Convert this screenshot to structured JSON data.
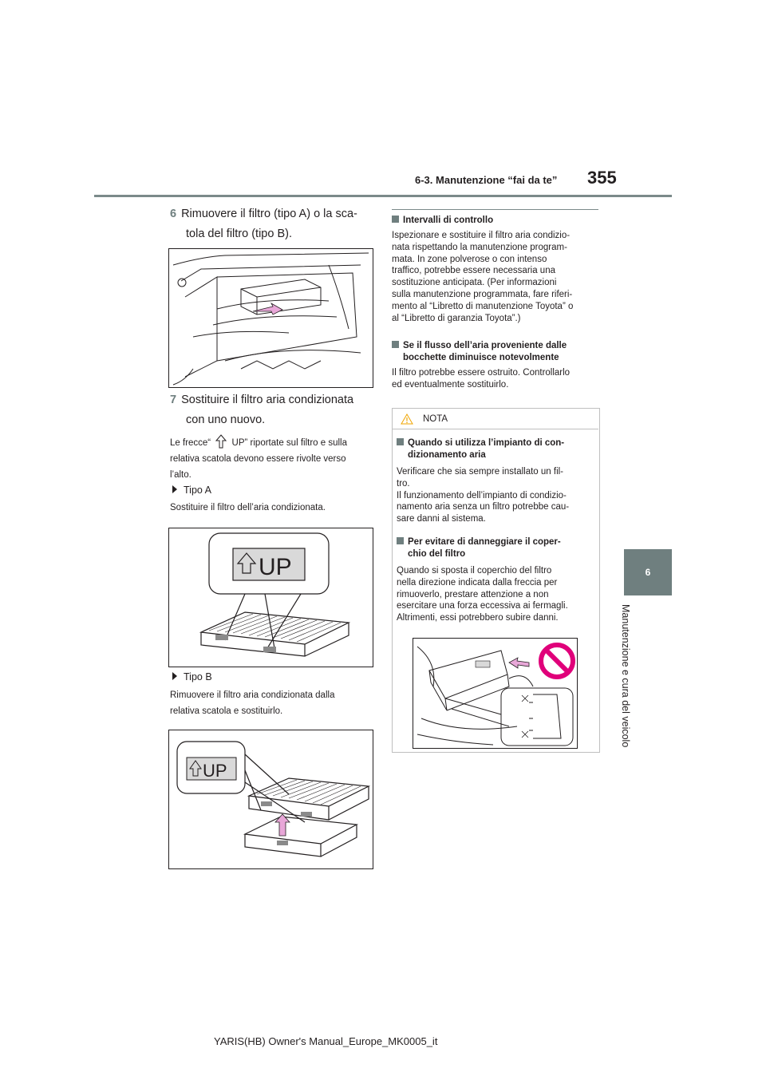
{
  "header": {
    "section": "6-3. Manutenzione “fai da te”",
    "page_number": "355"
  },
  "side_tab": {
    "chapter": "6",
    "label": "Manutenzione e cura del veicolo"
  },
  "left": {
    "step6": {
      "num": "6",
      "line1": "Rimuovere il filtro (tipo A) o la sca-",
      "line2": "tola del filtro (tipo B)."
    },
    "step7": {
      "num": "7",
      "line1": "Sostituire il filtro aria condizionata",
      "line2": "con uno nuovo."
    },
    "arrow_note": {
      "part1": "Le frecce“",
      "part2": "UP” riportate sul filtro e sulla",
      "line2": "relativa scatola devono essere rivolte verso",
      "line3": "l’alto."
    },
    "tipo_a": {
      "title": "Tipo A",
      "text": "Sostituire il filtro dell’aria condizionata."
    },
    "tipo_b": {
      "title": "Tipo B",
      "line1": "Rimuovere il filtro aria condizionata dalla",
      "line2": "relativa scatola e sostituirlo."
    },
    "fig_label_up": "UP"
  },
  "right": {
    "intervals": {
      "title": "Intervalli di controllo",
      "lines": [
        "Ispezionare e sostituire il filtro aria condizio-",
        "nata rispettando la manutenzione program-",
        "mata. In zone polverose o con intenso",
        "traffico, potrebbe essere necessaria una",
        "sostituzione anticipata. (Per informazioni",
        "sulla manutenzione programmata, fare riferi-",
        "mento al “Libretto di manutenzione Toyota” o",
        "al “Libretto di garanzia Toyota”.)"
      ]
    },
    "airflow": {
      "title1": "Se il flusso dell’aria proveniente dalle",
      "title2": "bocchette diminuisce notevolmente",
      "lines": [
        "Il filtro potrebbe essere ostruito. Controllarlo",
        "ed eventualmente sostituirlo."
      ]
    },
    "nota": {
      "label": "NOTA",
      "item1": {
        "title1": "Quando si utilizza l’impianto di con-",
        "title2": "dizionamento aria",
        "lines": [
          "Verificare che sia sempre installato un fil-",
          "tro.",
          "Il funzionamento dell’impianto di condizio-",
          "namento aria senza un filtro potrebbe cau-",
          "sare danni al sistema."
        ]
      },
      "item2": {
        "title1": "Per evitare di danneggiare il coper-",
        "title2": "chio del filtro",
        "lines": [
          "Quando si sposta il coperchio del filtro",
          "nella direzione indicata dalla freccia per",
          "rimuoverlo, prestare attenzione a non",
          "esercitare una forza eccessiva ai fermagli.",
          "Altrimenti, essi potrebbero subire danni."
        ]
      }
    }
  },
  "footer": {
    "text": "YARIS(HB) Owner's Manual_Europe_MK0005_it"
  },
  "colors": {
    "accent_gray": "#6f7f7f",
    "rule": "#7b8a8a",
    "arrow_pink": "#e8a7d8",
    "prohibit_pink": "#e0007a"
  }
}
